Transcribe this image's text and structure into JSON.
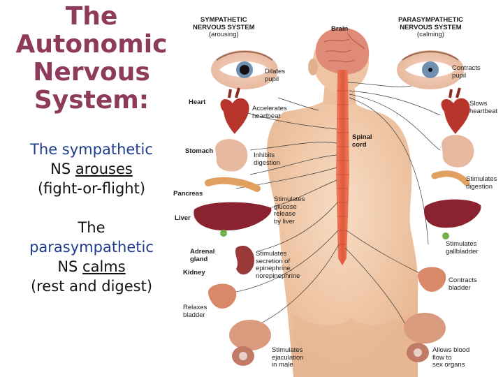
{
  "slide": {
    "title_lines": [
      "The",
      "Autonomic",
      "Nervous",
      "System:"
    ],
    "sympathetic": {
      "line1": "The sympathetic",
      "line2_prefix": "NS ",
      "line2_emph": "arouses",
      "line3": "(fight-or-flight)"
    },
    "parasympathetic": {
      "line1": "The",
      "line2": "parasympathetic",
      "line3_prefix": "NS ",
      "line3_emph": "calms",
      "line4": "(rest and digest)"
    }
  },
  "diagram": {
    "headers": {
      "sympathetic": [
        "SYMPATHETIC",
        "NERVOUS SYSTEM",
        "(arousing)"
      ],
      "parasympathetic": [
        "PARASYMPATHETIC",
        "NERVOUS SYSTEM",
        "(calming)"
      ]
    },
    "center_labels": {
      "brain": "Brain",
      "spinal_cord": [
        "Spinal",
        "cord"
      ]
    },
    "organs": {
      "heart": "Heart",
      "stomach": "Stomach",
      "pancreas": "Pancreas",
      "liver": "Liver",
      "adrenal_gland": [
        "Adrenal",
        "gland"
      ],
      "kidney": "Kidney"
    },
    "sympathetic_effects": {
      "dilates_pupil": [
        "Dilates",
        "pupil"
      ],
      "accelerates_heartbeat": [
        "Accelerates",
        "heartbeat"
      ],
      "inhibits_digestion": [
        "Inhibits",
        "digestion"
      ],
      "stimulates_glucose": [
        "Stimulates",
        "glucose",
        "release",
        "by liver"
      ],
      "stimulates_secretion": [
        "Stimulates",
        "secretion of",
        "epinephrine,",
        "norepinephrine"
      ],
      "relaxes_bladder": [
        "Relaxes",
        "bladder"
      ],
      "stimulates_ejaculation": [
        "Stimulates",
        "ejaculation",
        "in male"
      ]
    },
    "parasympathetic_effects": {
      "contracts_pupil": [
        "Contracts",
        "pupil"
      ],
      "slows_heartbeat": [
        "Slows",
        "heartbeat"
      ],
      "stimulates_digestion": [
        "Stimulates",
        "digestion"
      ],
      "stimulates_gallbladder": [
        "Stimulates",
        "gallbladder"
      ],
      "contracts_bladder": [
        "Contracts",
        "bladder"
      ],
      "allows_blood_flow": [
        "Allows blood",
        "flow to",
        "sex organs"
      ]
    },
    "colors": {
      "title": "#8e3a5a",
      "accent_blue": "#1f3c8a",
      "skin": "#f0c9a8",
      "spinal_cord": "#e0573a",
      "liver": "#8a2230",
      "heart": "#b8352b"
    }
  }
}
